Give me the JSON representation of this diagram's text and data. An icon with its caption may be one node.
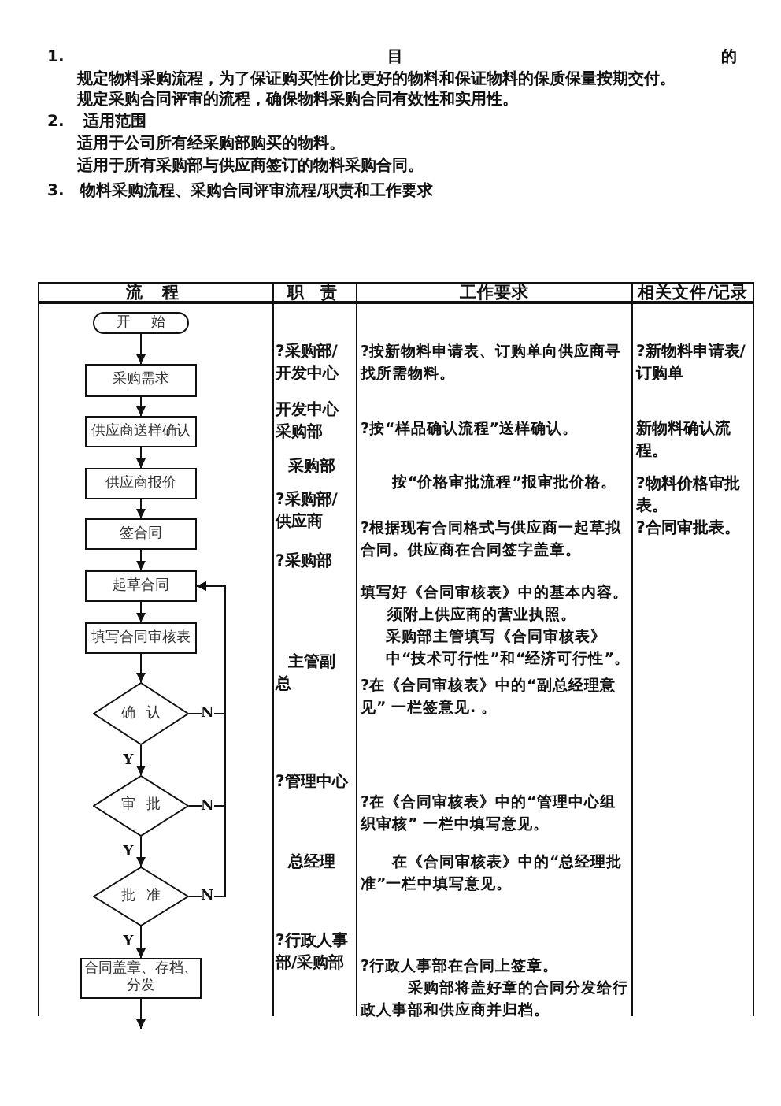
{
  "diagram": {
    "nodes": [
      {
        "text": [
          "开 始"
        ]
      },
      {
        "text": [
          "采购需求"
        ]
      },
      {
        "text": [
          "供应商送样确认"
        ]
      },
      {
        "text": [
          "供应商报价"
        ]
      },
      {
        "text": [
          "签合同"
        ]
      },
      {
        "text": [
          "起草合同"
        ]
      },
      {
        "text": [
          "填写合同审核表"
        ]
      },
      {
        "text": [
          "确 认"
        ]
      },
      {
        "text": [
          "审 批"
        ]
      },
      {
        "text": [
          "批 准"
        ]
      },
      {
        "text": [
          "合同盖章、存档、分发"
        ]
      }
    ],
    "edges": [
      {
        "from": 0,
        "to": 1,
        "arrow": "to"
      },
      {
        "from": 1,
        "to": 2,
        "arrow": "to"
      },
      {
        "from": 2,
        "to": 3,
        "arrow": "to"
      },
      {
        "from": 3,
        "to": 4,
        "arrow": "to"
      },
      {
        "from": 4,
        "to": 5,
        "arrow": "to"
      },
      {
        "from": 5,
        "to": 6,
        "arrow": "to"
      },
      {
        "from": 6,
        "to": 7,
        "arrow": "to"
      },
      {
        "from": 7,
        "to": 8,
        "arrow": "to",
        "label": "Y"
      },
      {
        "from": 7,
        "to": 5,
        "arrow": "to",
        "label": "N"
      },
      {
        "from": 8,
        "to": 9,
        "arrow": "to",
        "label": "Y"
      },
      {
        "from": 8,
        "to": 5,
        "arrow": "to",
        "label": "N"
      },
      {
        "from": 9,
        "to": 10,
        "arrow": "to",
        "label": "Y"
      },
      {
        "from": 9,
        "to": 5,
        "arrow": "to",
        "label": "N"
      },
      {
        "from": 10,
        "to": null,
        "arrow": "to"
      }
    ],
    "labels": [
      "1. 目的",
      "规定物料采购流程，为了保证购买性价比更好的物料和保证物料的保质保量按期交付。",
      "规定采购合同评审的流程，确保物料采购合同有效性和实用性。",
      "2. 适用范围",
      "适用于公司所有经采购部购买的物料。",
      "适用于所有采购部与供应商签订的物料采购合同。",
      "3. 物料采购流程、采购合同评审流程/职责和工作要求",
      "流 程",
      "职 责",
      "工作要求",
      "相关文件/记录",
      "?采购部/开发中心",
      "开发中心采购部",
      "采购部",
      "?采购部/供应商",
      "?采购部",
      "主管副总",
      "?管理中心",
      "总经理",
      "?行政人事部/采购部",
      "?按新物料申请表、订购单向供应商寻找所需物料。",
      "?按“样品确认流程”送样确认。",
      "按“价格审批流程”报审批价格。",
      "?根据现有合同格式与供应商一起草拟合同。供应商在合同签字盖章。",
      "填写好《合同审核表》中的基本内容。",
      "须附上供应商的营业执照。",
      "采购部主管填写《合同审核表》中“技术可行性”和“经济可行性”。",
      "?在《合同审核表》中的“副总经理意见” 一栏签意见. 。",
      "?在《合同审核表》中的“管理中心组织审核” 一栏中填写意见。",
      "在《合同审核表》中的“总经理批准”一栏中填写意见。",
      "?行政人事部在合同上签章。",
      "采购部将盖好章的合同分发给行政人事部和供应商并归档。",
      "?新物料申请表/订购单",
      "新物料确认流程。",
      "?物料价格审批表。",
      "?合同审批表。"
    ]
  }
}
